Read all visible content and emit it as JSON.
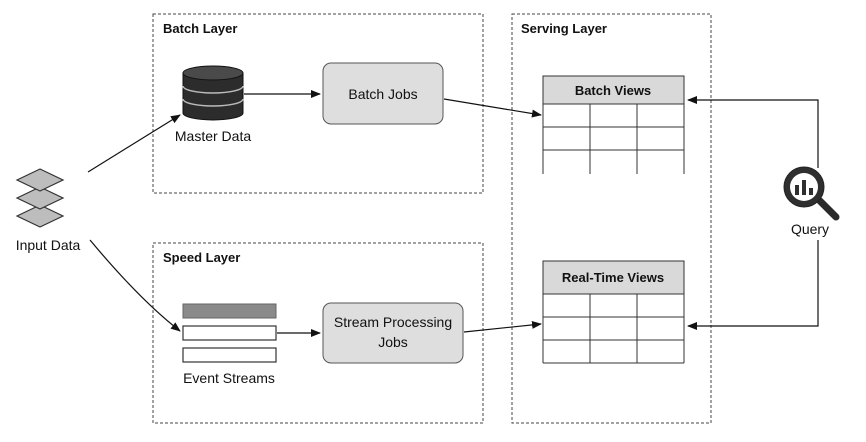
{
  "layers": {
    "batch": {
      "title": "Batch Layer"
    },
    "speed": {
      "title": "Speed Layer"
    },
    "serving": {
      "title": "Serving Layer"
    }
  },
  "nodes": {
    "input_data": "Input Data",
    "master_data": "Master Data",
    "batch_jobs": "Batch Jobs",
    "event_streams": "Event Streams",
    "stream_processing_line1": "Stream Processing",
    "stream_processing_line2": "Jobs",
    "batch_views": "Batch Views",
    "realtime_views": "Real-Time Views",
    "query": "Query"
  },
  "colors": {
    "box_fill": "#dedede",
    "header_fill": "#d9d9d9",
    "dark": "#3a3a3a",
    "stroke": "#333333"
  }
}
